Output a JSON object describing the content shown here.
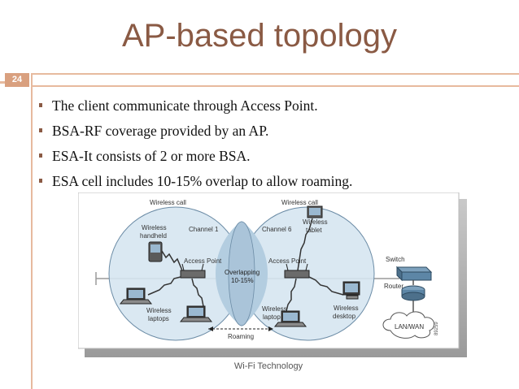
{
  "slide": {
    "title": "AP-based topology",
    "number": "24",
    "footer": "Wi-Fi Technology"
  },
  "bullets": [
    "The client communicate through Access Point.",
    "BSA-RF coverage provided by an AP.",
    "ESA-It consists of 2 or more BSA.",
    "ESA cell includes 10-15% overlap to allow roaming."
  ],
  "diagram": {
    "cell_left_label": "Wireless call",
    "cell_right_label": "Wireless call",
    "channel_left": "Channel 1",
    "channel_right": "Channel 6",
    "device_handheld": [
      "Wireless",
      "handheld"
    ],
    "device_tablet": [
      "Wireless",
      "tablet"
    ],
    "ap_left": "Access Point",
    "ap_right": "Access Point",
    "overlap": [
      "Overlapping",
      "10-15%"
    ],
    "laptops_left": [
      "Wireless",
      "laptops"
    ],
    "laptop_right": [
      "Wireless",
      "laptop"
    ],
    "desktop": [
      "Wireless",
      "desktop"
    ],
    "roaming": "Roaming",
    "switch": "Switch",
    "router": "Router",
    "lanwan": "LAN/WAN",
    "figure_code": "89259"
  },
  "colors": {
    "title": "#8a5a44",
    "accent": "#d9a07f",
    "cell_fill": "#d6e6f1",
    "overlap_fill": "#b3cde0"
  }
}
